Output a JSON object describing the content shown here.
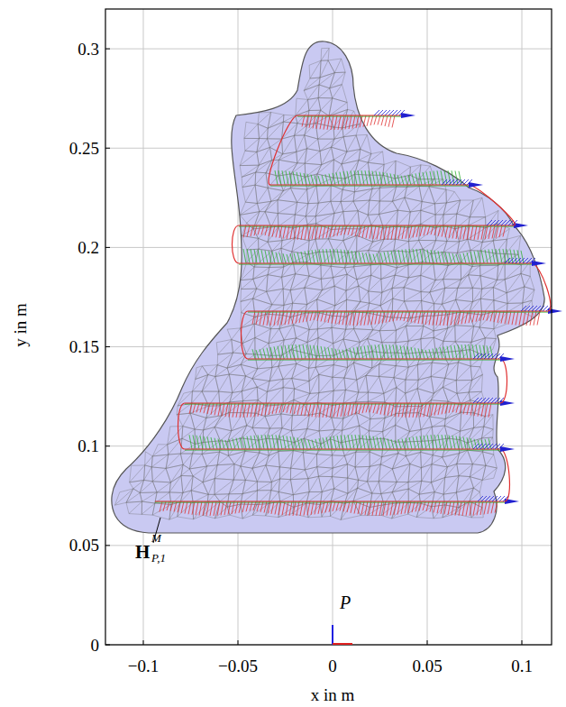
{
  "diagram": {
    "labels": [
      "0.3",
      "0.25",
      "0.2",
      "0.15",
      "0.1",
      "0.05",
      "0",
      "y in m",
      "H",
      "M",
      "P,1",
      "P",
      "−0.1",
      "−0.05",
      "0",
      "0.05",
      "0.1",
      "x in m"
    ]
  }
}
